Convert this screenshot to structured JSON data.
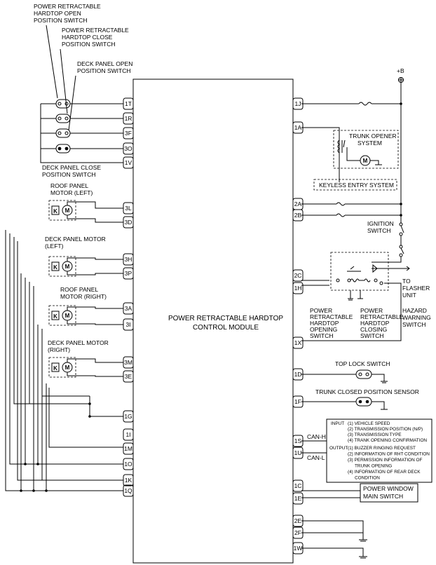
{
  "module": {
    "line1": "POWER RETRACTABLE HARDTOP",
    "line2": "CONTROL MODULE"
  },
  "pins_left": [
    "1T",
    "1R",
    "3F",
    "3O",
    "1V",
    "3L",
    "3D",
    "3H",
    "3P",
    "3A",
    "3I",
    "3M",
    "3E",
    "1G",
    "1I",
    "1M",
    "1O",
    "1K",
    "1Q"
  ],
  "pins_right": [
    "1J",
    "1A",
    "2A",
    "2B",
    "2C",
    "1H",
    "1X",
    "1D",
    "1F",
    "1S",
    "1U",
    "1C",
    "1E",
    "2E",
    "2F",
    "1W"
  ],
  "labels": {
    "rht_open_sw": [
      "POWER RETRACTABLE",
      "HARDTOP OPEN",
      "POSITION SWITCH"
    ],
    "rht_close_sw": [
      "POWER RETRACTABLE",
      "HARDTOP CLOSE",
      "POSITION SWITCH"
    ],
    "deck_open_sw": [
      "DECK PANEL OPEN",
      "POSITION SWITCH"
    ],
    "deck_close_sw": [
      "DECK PANEL CLOSE",
      "POSITION SWITCH"
    ],
    "roof_motor_left": [
      "ROOF PANEL",
      "MOTOR (LEFT)"
    ],
    "deck_motor_left": [
      "DECK PANEL MOTOR",
      "(LEFT)"
    ],
    "roof_motor_right": [
      "ROOF PANEL",
      "MOTOR (RIGHT)"
    ],
    "deck_motor_right": [
      "DECK PANEL MOTOR",
      "(RIGHT)"
    ],
    "motor_m": "M",
    "motor_k": "K",
    "plus_b": "+B",
    "trunk_opener": [
      "TRUNK OPENER",
      "SYSTEM"
    ],
    "keyless": "KEYLESS ENTRY SYSTEM",
    "ignition": [
      "IGNITION",
      "SWITCH"
    ],
    "to_flasher": [
      "TO",
      "FLASHER",
      "UNIT"
    ],
    "rht_opening_sw": [
      "POWER",
      "RETRACTABLE",
      "HARDTOP",
      "OPENING",
      "SWITCH"
    ],
    "rht_closing_sw": [
      "POWER",
      "RETRACTABLE",
      "HARDTOP",
      "CLOSING",
      "SWITCH"
    ],
    "hazard": [
      "HAZARD",
      "WARNING",
      "SWITCH"
    ],
    "top_lock": "TOP LOCK SWITCH",
    "trunk_closed": "TRUNK CLOSED POSITION SENSOR",
    "can_h": "CAN-H",
    "can_l": "CAN-L",
    "can_input_label": "INPUT",
    "can_input": [
      "(1) VEHICLE SPEED",
      "(2) TRANSMISSION POSITION (N/P)",
      "(3) TRANSMISSION TYPE",
      "(4) TRANK OPENING CONFIRMATION"
    ],
    "can_output_label": "OUTPUT",
    "can_output": [
      "(1) BUZZER RINGING REQUEST",
      "(2) INFORMATION OF RHT CONDITION",
      "(3) PERMISSION INFORMATION OF",
      "TRUNK OPENING",
      "(4) INFORMATION OF REAR DECK",
      "CONDITION"
    ],
    "power_window": [
      "POWER WINDOW",
      "MAIN SWITCH"
    ]
  }
}
